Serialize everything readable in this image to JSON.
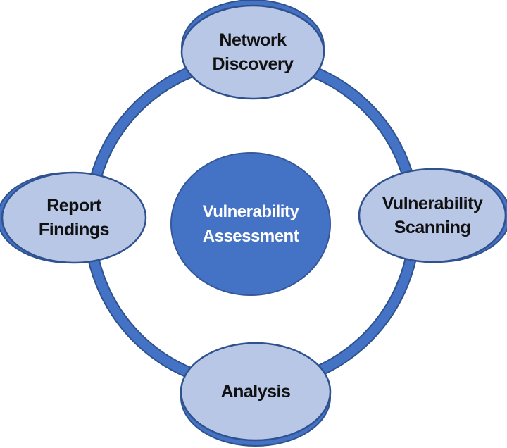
{
  "diagram": {
    "type": "cycle",
    "center": {
      "id": "vulnerability-assessment",
      "label": "Vulnerability\nAssessment"
    },
    "nodes": [
      {
        "id": "network-discovery",
        "position": "top",
        "label": "Network\nDiscovery"
      },
      {
        "id": "vulnerability-scanning",
        "position": "right",
        "label": "Vulnerability\nScanning"
      },
      {
        "id": "analysis",
        "position": "bottom",
        "label": "Analysis"
      },
      {
        "id": "report-findings",
        "position": "left",
        "label": "Report\nFindings"
      }
    ],
    "colors": {
      "background": "#ffffff",
      "node_fill": "#b8c7e6",
      "node_border": "#2f528f",
      "center_fill": "#4472c4",
      "center_border": "#35589b",
      "ring": "#4472c4",
      "ring_edge": "#2f528f",
      "node_text": "#111111",
      "center_text": "#ffffff"
    }
  }
}
